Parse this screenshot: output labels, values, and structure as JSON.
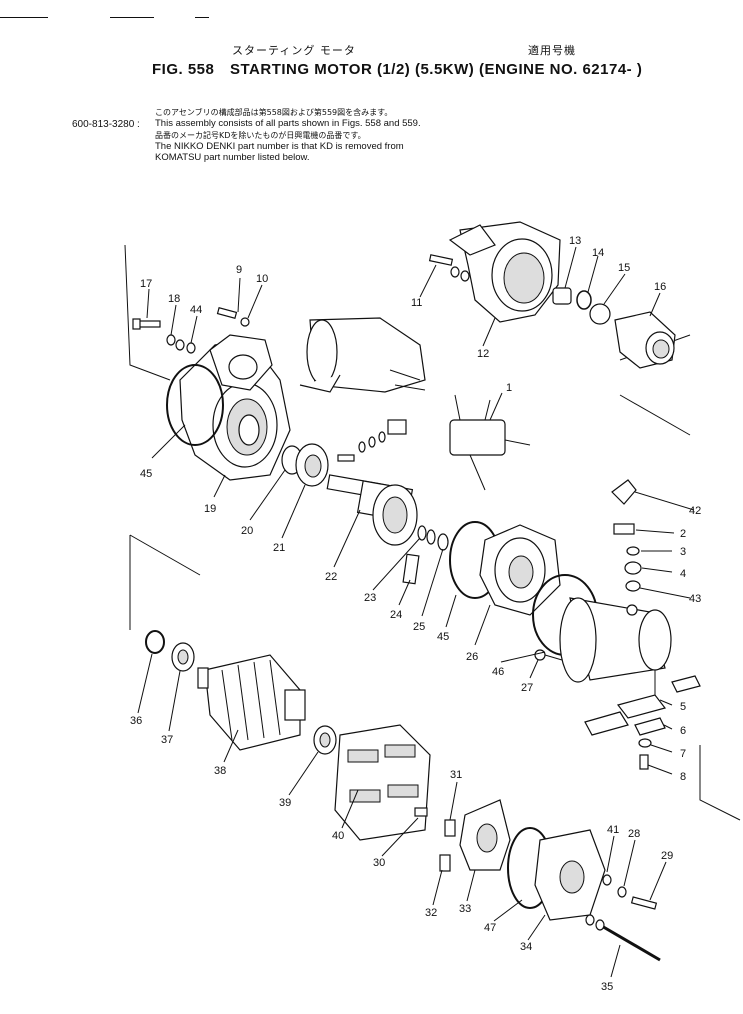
{
  "header": {
    "jp_title": "スターティング モータ",
    "jp_applicable": "適用号機",
    "fig_label": "FIG. 558",
    "title": "STARTING MOTOR (1/2) (5.5KW) (ENGINE NO. 62174- )",
    "part_number": "600-813-3280 :",
    "notes": [
      "このアセンブリの構成部品は第558図および第559図を含みます。",
      "This assembly consists of all parts shown in Figs. 558 and 559.",
      "品番のメーカ記号KDを除いたものが日興電機の品番です。",
      "The NIKKO DENKI part number is that KD is removed from",
      "KOMATSU part number listed below."
    ]
  },
  "callouts": [
    {
      "n": "1"
    },
    {
      "n": "2"
    },
    {
      "n": "3"
    },
    {
      "n": "4"
    },
    {
      "n": "5"
    },
    {
      "n": "6"
    },
    {
      "n": "7"
    },
    {
      "n": "8"
    },
    {
      "n": "9"
    },
    {
      "n": "10"
    },
    {
      "n": "11"
    },
    {
      "n": "12"
    },
    {
      "n": "13"
    },
    {
      "n": "14"
    },
    {
      "n": "15"
    },
    {
      "n": "16"
    },
    {
      "n": "17"
    },
    {
      "n": "18"
    },
    {
      "n": "19"
    },
    {
      "n": "20"
    },
    {
      "n": "21"
    },
    {
      "n": "22"
    },
    {
      "n": "23"
    },
    {
      "n": "24"
    },
    {
      "n": "25"
    },
    {
      "n": "26"
    },
    {
      "n": "27"
    },
    {
      "n": "28"
    },
    {
      "n": "29"
    },
    {
      "n": "30"
    },
    {
      "n": "31"
    },
    {
      "n": "32"
    },
    {
      "n": "33"
    },
    {
      "n": "34"
    },
    {
      "n": "35"
    },
    {
      "n": "36"
    },
    {
      "n": "37"
    },
    {
      "n": "38"
    },
    {
      "n": "39"
    },
    {
      "n": "40"
    },
    {
      "n": "41"
    },
    {
      "n": "42"
    },
    {
      "n": "43"
    },
    {
      "n": "44"
    },
    {
      "n": "45"
    },
    {
      "n": "45"
    },
    {
      "n": "46"
    },
    {
      "n": "47"
    }
  ]
}
